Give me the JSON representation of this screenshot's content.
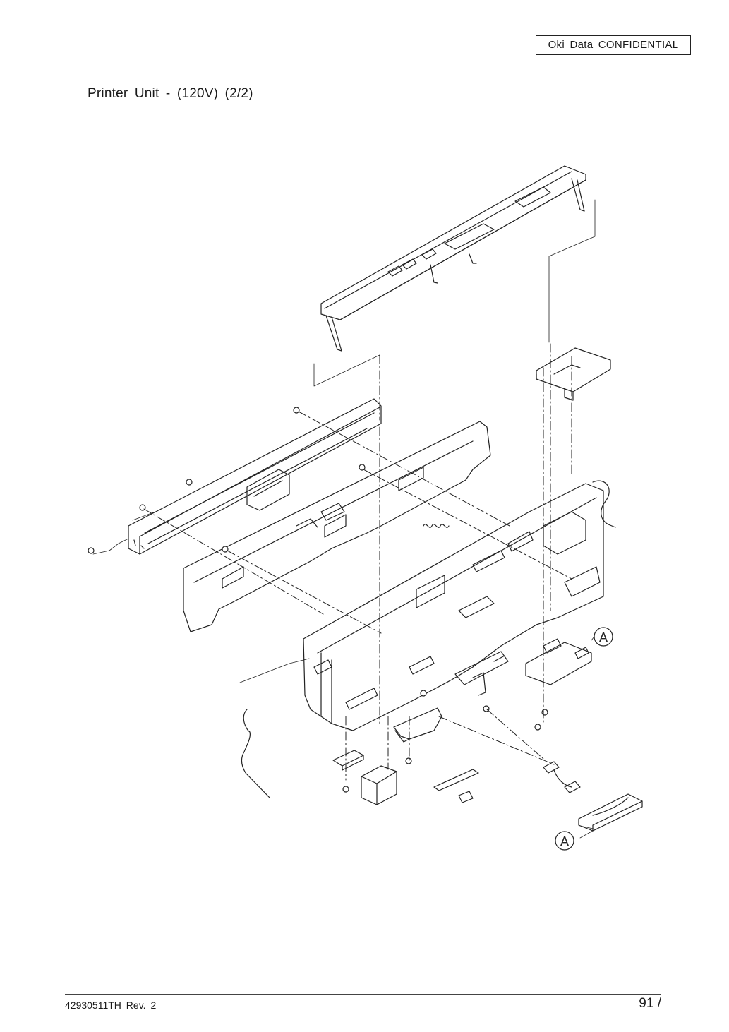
{
  "header": {
    "confidential_label": "Oki Data CONFIDENTIAL"
  },
  "page": {
    "title": "Printer Unit - (120V) (2/2)"
  },
  "drawing": {
    "callout_a_top": "A",
    "callout_a_bottom": "A"
  },
  "footer": {
    "doc_number": "42930511TH  Rev. 2",
    "page_number": "91 /"
  }
}
